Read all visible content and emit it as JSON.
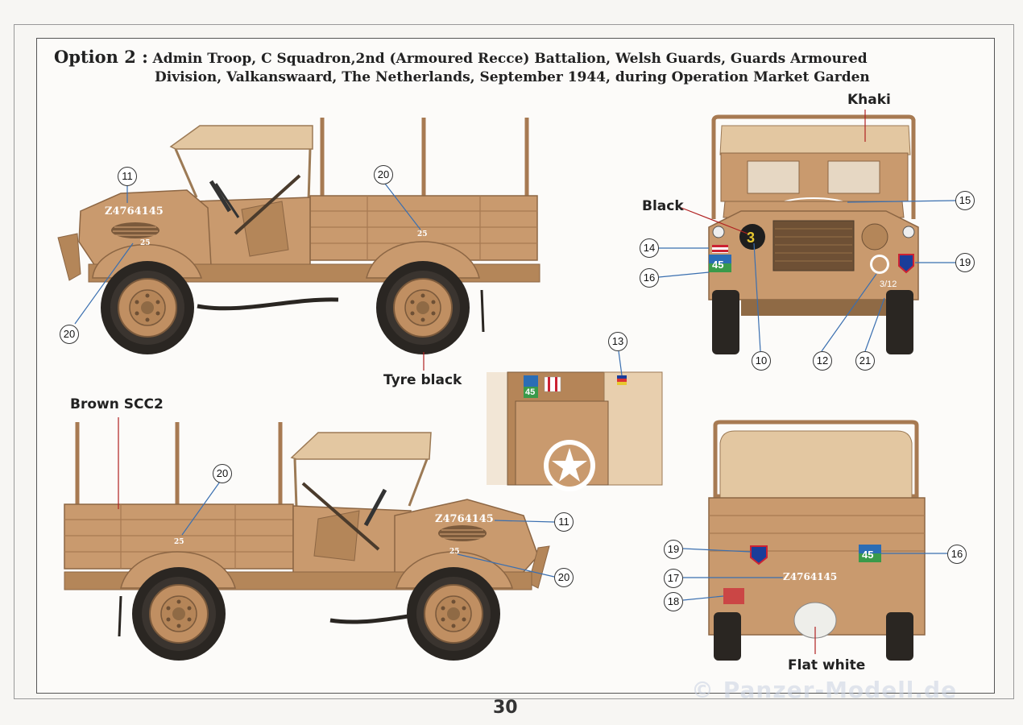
{
  "header": {
    "option": "Option 2 :",
    "line1": "Admin Troop, C Squadron,2nd (Armoured Recce) Battalion, Welsh Guards, Guards Armoured",
    "line2": "Division, Valkanswaard, The Netherlands, September 1944, during Operation Market Garden"
  },
  "labels": {
    "khaki": "Khaki",
    "black": "Black",
    "tyre_black": "Tyre black",
    "brown": "Brown SCC2",
    "flat_white": "Flat white"
  },
  "markings": {
    "registration": "Z4764145",
    "bridge_number": "3",
    "unit_code": "45",
    "bed_number": "25",
    "bumper_code": "3/12"
  },
  "callouts": [
    "11",
    "20",
    "20",
    "13",
    "15",
    "14",
    "16",
    "19",
    "10",
    "12",
    "21",
    "11",
    "20",
    "20",
    "19",
    "16",
    "17",
    "18"
  ],
  "page_number": "30",
  "watermark": "© Panzer-Modell.de",
  "colors": {
    "body": "#c99a6e",
    "body_dark": "#a77a52",
    "canvas": "#e3c7a1",
    "tyre": "#2a2622",
    "hub": "#c08f62"
  }
}
